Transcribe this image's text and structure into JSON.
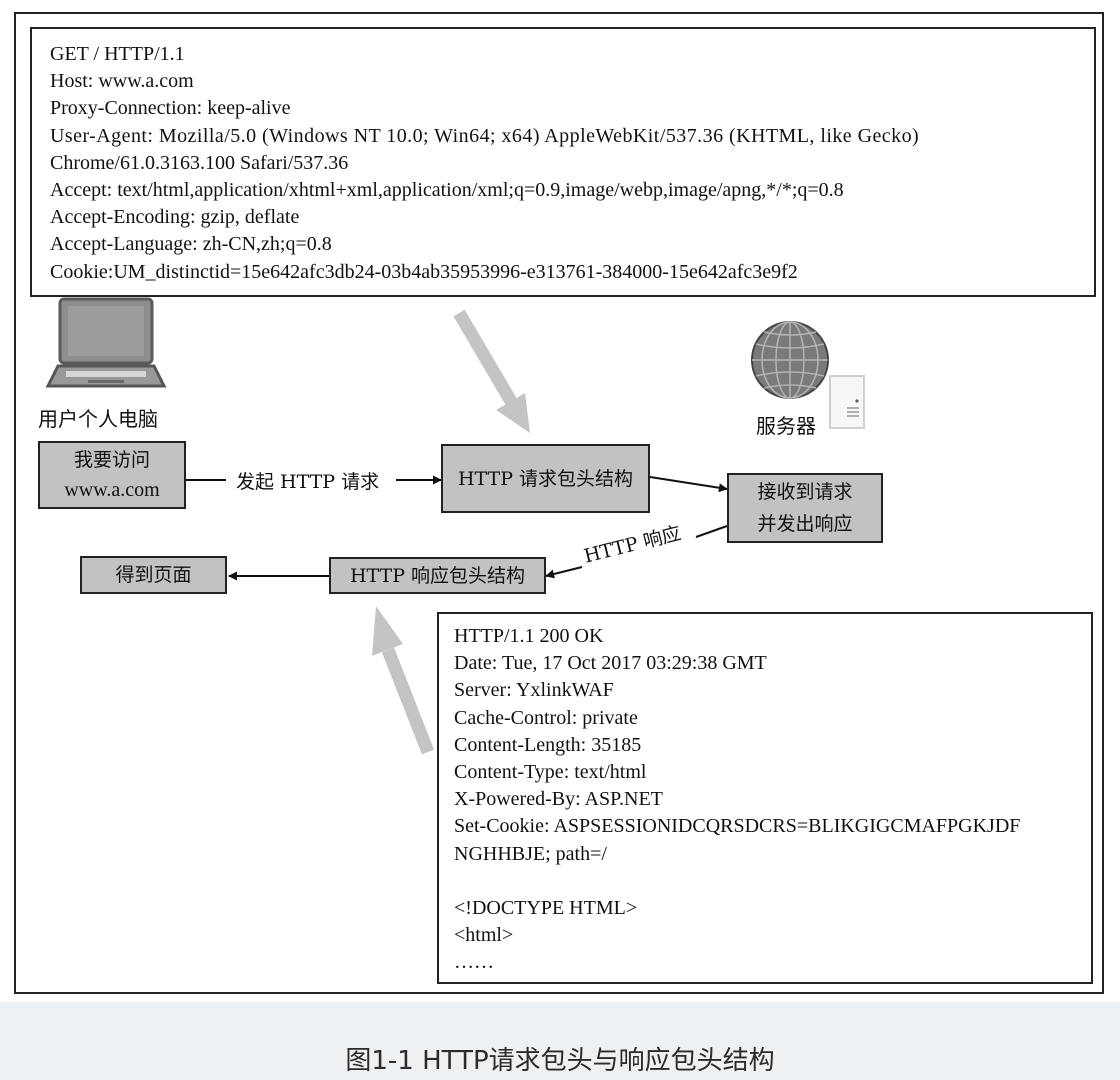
{
  "request_headers": [
    "GET / HTTP/1.1",
    "Host: www.a.com",
    "Proxy-Connection: keep-alive",
    "User-Agent: Mozilla/5.0 (Windows NT 10.0; Win64; x64) AppleWebKit/537.36 (KHTML, like Gecko)",
    "Chrome/61.0.3163.100 Safari/537.36",
    "Accept: text/html,application/xhtml+xml,application/xml;q=0.9,image/webp,image/apng,*/*;q=0.8",
    "Accept-Encoding: gzip, deflate",
    "Accept-Language: zh-CN,zh;q=0.8",
    "Cookie:UM_distinctid=15e642afc3db24-03b4ab35953996-e313761-384000-15e642afc3e9f2"
  ],
  "response_headers": [
    "HTTP/1.1 200 OK",
    "Date: Tue, 17 Oct 2017 03:29:38 GMT",
    "Server: YxlinkWAF",
    "Cache-Control: private",
    "Content-Length: 35185",
    "Content-Type: text/html",
    "X-Powered-By: ASP.NET",
    "Set-Cookie: ASPSESSIONIDCQRSDCRS=BLIKGIGCMAFPGKJDF",
    "NGHHBJE; path=/",
    "",
    "<!DOCTYPE HTML>",
    "<html>",
    "……"
  ],
  "icons": {
    "client": "laptop-icon",
    "server": "globe-server-icon"
  },
  "labels": {
    "client": "用户个人电脑",
    "server": "服务器",
    "send_request": "发起 HTTP 请求",
    "http_response": "HTTP 响应"
  },
  "nodes": {
    "visit": [
      "我要访问",
      "www.a.com"
    ],
    "request_structure": [
      "HTTP 请求包头结构"
    ],
    "receive": [
      "接收到请求",
      "并发出响应"
    ],
    "response_structure": [
      "HTTP 响应包头结构"
    ],
    "get_page": [
      "得到页面"
    ]
  },
  "colors": {
    "node_fill": "#c2c2c2",
    "pointer_arrow": "#c4c4c4",
    "border": "#222222"
  },
  "caption": "图1-1 HTTP请求包头与响应包头结构"
}
